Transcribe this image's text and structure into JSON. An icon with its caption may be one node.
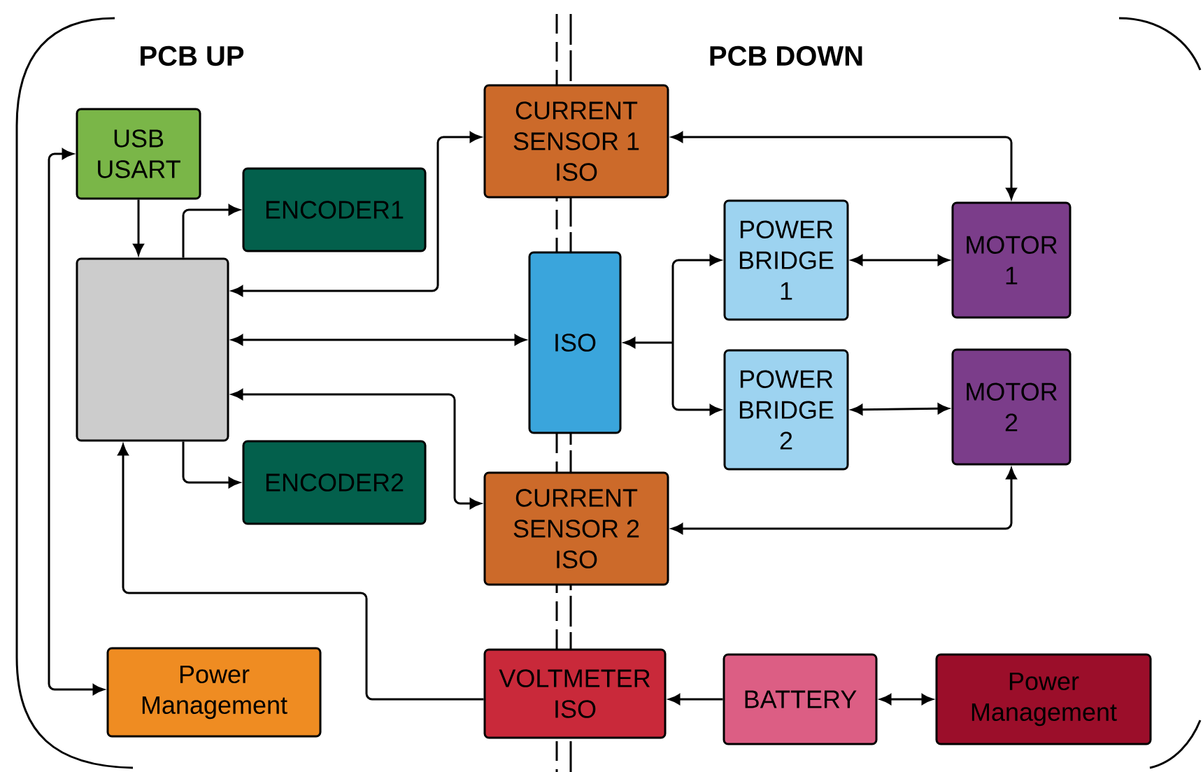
{
  "diagram": {
    "nodes": [
      {
        "text": [
          "USB USART"
        ]
      },
      {
        "text": [],
        "shape": "box"
      },
      {
        "text": [
          "ENCODER1"
        ]
      },
      {
        "text": [
          "ENCODER2"
        ]
      },
      {
        "text": [
          "CURRENT SENSOR 1 ISO"
        ]
      },
      {
        "text": [
          "ISO"
        ]
      },
      {
        "text": [
          "CURRENT SENSOR 2 ISO"
        ]
      },
      {
        "text": [
          "POWER BRIDGE 1"
        ]
      },
      {
        "text": [
          "POWER BRIDGE 2"
        ]
      },
      {
        "text": [
          "MOTOR 1"
        ]
      },
      {
        "text": [
          "MOTOR 2"
        ]
      },
      {
        "text": [
          "Power Management"
        ]
      },
      {
        "text": [
          "VOLTMETER ISO"
        ]
      },
      {
        "text": [
          "BATTERY"
        ]
      },
      {
        "text": [
          "Power Management"
        ]
      }
    ],
    "edges": [
      {
        "from": 0,
        "to": 1,
        "arrow": "to"
      },
      {
        "from": 1,
        "to": 2,
        "arrow": "to"
      },
      {
        "from": 1,
        "to": 4,
        "arrow": "both"
      },
      {
        "from": 1,
        "to": 5,
        "arrow": "both"
      },
      {
        "from": 1,
        "to": 6,
        "arrow": "both"
      },
      {
        "from": 1,
        "to": 3,
        "arrow": "to"
      },
      {
        "from": 0,
        "to": 11,
        "arrow": "both"
      },
      {
        "from": 12,
        "to": 1,
        "arrow": "to"
      },
      {
        "from": 4,
        "to": 9,
        "arrow": "both"
      },
      {
        "from": 5,
        "to": 7,
        "arrow": "both"
      },
      {
        "from": 5,
        "to": 8,
        "arrow": "both"
      },
      {
        "from": 7,
        "to": 9,
        "arrow": "both"
      },
      {
        "from": 8,
        "to": 10,
        "arrow": "both"
      },
      {
        "from": 6,
        "to": 10,
        "arrow": "both"
      },
      {
        "from": 13,
        "to": 12,
        "arrow": "to"
      },
      {
        "from": 13,
        "to": 14,
        "arrow": "both"
      }
    ],
    "labels": [
      "PCB UP",
      "PCB DOWN"
    ]
  }
}
